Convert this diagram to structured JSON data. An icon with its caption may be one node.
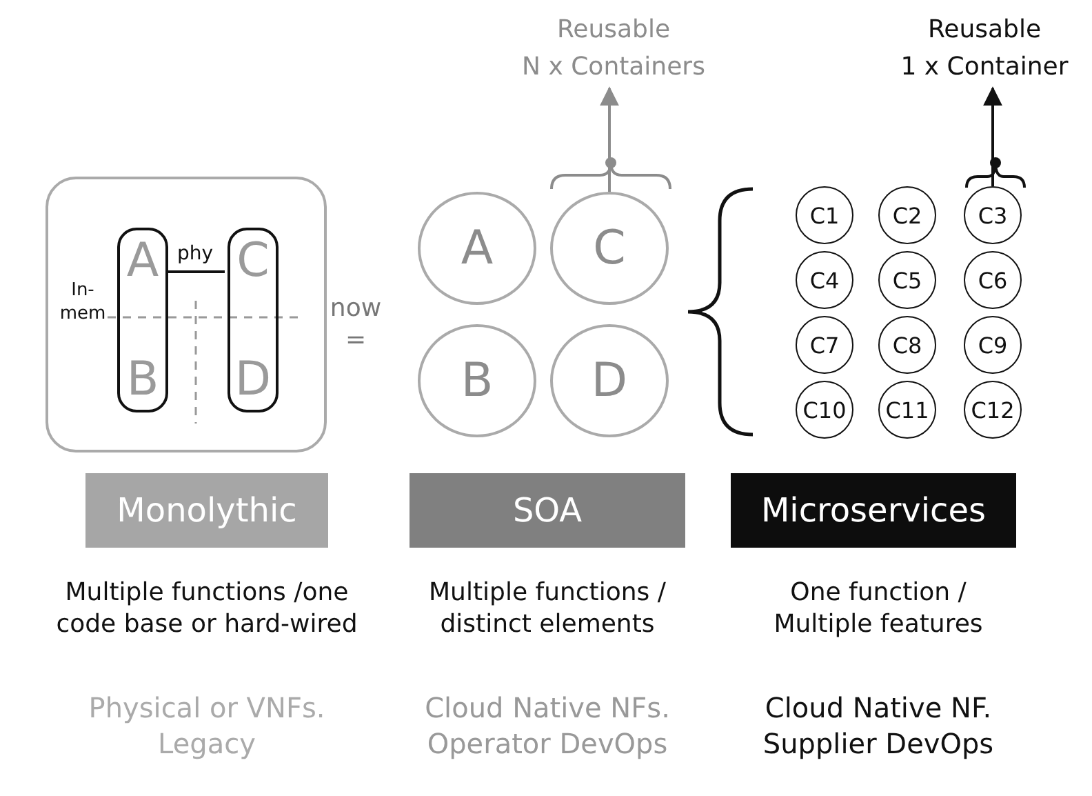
{
  "diagram": {
    "nodes": [
      {
        "text": [
          "Reusable N x Containers"
        ]
      },
      {
        "text": [
          "Reusable 1 x Container"
        ]
      },
      {
        "text": [],
        "shape": "box"
      },
      {
        "text": [
          "A",
          "B"
        ],
        "in": 2
      },
      {
        "text": [
          "C",
          "D"
        ],
        "in": 2
      },
      {
        "text": [
          "A"
        ]
      },
      {
        "text": [
          "C"
        ]
      },
      {
        "text": [
          "B"
        ]
      },
      {
        "text": [
          "D"
        ]
      },
      {
        "text": [
          "C1"
        ]
      },
      {
        "text": [
          "C2"
        ]
      },
      {
        "text": [
          "C3"
        ]
      },
      {
        "text": [
          "C4"
        ]
      },
      {
        "text": [
          "C5"
        ]
      },
      {
        "text": [
          "C6"
        ]
      },
      {
        "text": [
          "C7"
        ]
      },
      {
        "text": [
          "C8"
        ]
      },
      {
        "text": [
          "C9"
        ]
      },
      {
        "text": [
          "C10"
        ]
      },
      {
        "text": [
          "C11"
        ]
      },
      {
        "text": [
          "C12"
        ]
      },
      {
        "text": [
          "Monolythic"
        ]
      },
      {
        "text": [
          "SOA"
        ]
      },
      {
        "text": [
          "Microservices"
        ]
      }
    ],
    "edges": [
      {
        "from": 3,
        "to": 4,
        "arrow": "none",
        "label": "phy"
      },
      {
        "from": 6,
        "to": 0,
        "arrow": "to",
        "color": "#8c8c8c"
      },
      {
        "from": 11,
        "to": 1,
        "arrow": "to"
      }
    ],
    "labels": [
      "In- mem",
      "now =",
      "Multiple functions /one code base or hard-wired",
      "Multiple functions / distinct elements",
      "One function / Multiple features",
      "Physical or VNFs. Legacy",
      "Cloud Native NFs. Operator DevOps",
      "Cloud Native NF. Supplier DevOps"
    ]
  }
}
